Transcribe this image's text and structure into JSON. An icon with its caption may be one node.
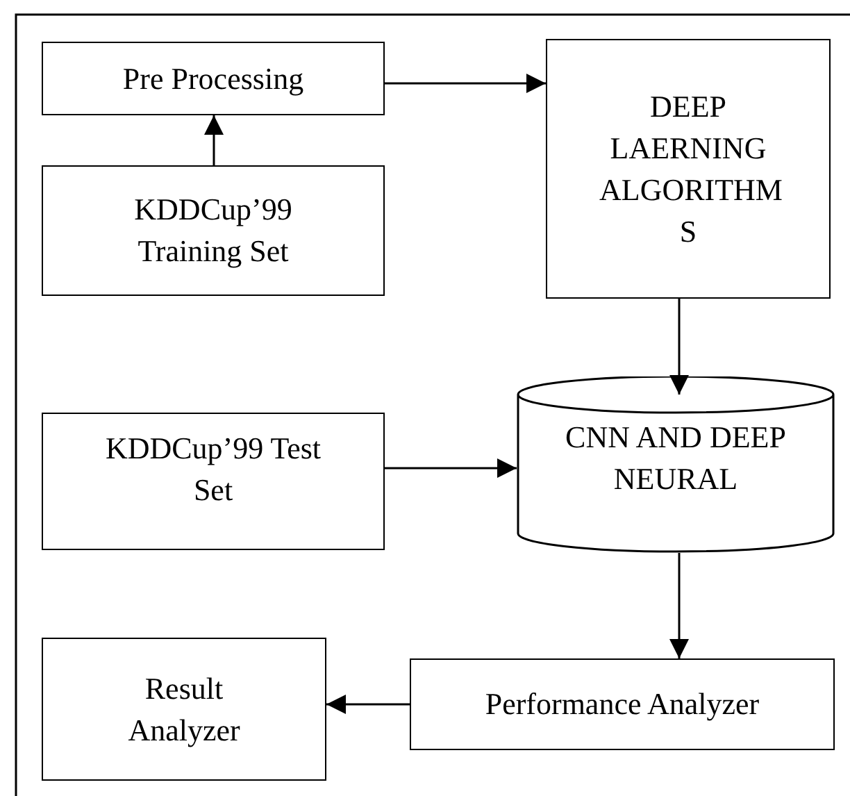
{
  "diagram": {
    "nodes": [
      {
        "text": [
          "Pre Processing"
        ]
      },
      {
        "text": [
          "KDDCup’99 Training Set"
        ]
      },
      {
        "text": [
          "DEEP LAERNING ALGORITHM S"
        ]
      },
      {
        "text": [
          "KDDCup’99 Test Set"
        ]
      },
      {
        "text": [
          "CNN AND DEEP NEURAL"
        ]
      },
      {
        "text": [
          "Performance Analyzer"
        ]
      },
      {
        "text": [
          "Result Analyzer"
        ]
      }
    ],
    "edges": [
      {
        "from": 1,
        "to": 0,
        "arrow": "to"
      },
      {
        "from": 0,
        "to": 2,
        "arrow": "to"
      },
      {
        "from": 2,
        "to": 4,
        "arrow": "to"
      },
      {
        "from": 3,
        "to": 4,
        "arrow": "to"
      },
      {
        "from": 4,
        "to": 5,
        "arrow": "to"
      },
      {
        "from": 5,
        "to": 6,
        "arrow": "to"
      }
    ]
  }
}
